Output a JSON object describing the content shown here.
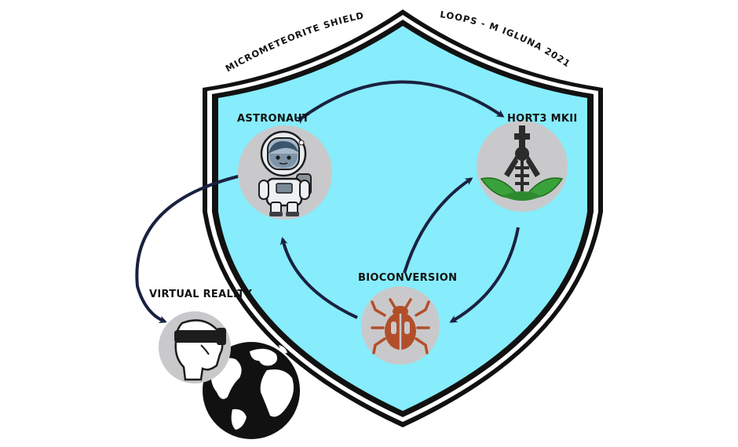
{
  "shield": {
    "left_caption": "MICROMETEORITE SHIELD",
    "right_caption": "LOOPS - M IGLUNA 2021"
  },
  "nodes": {
    "astronaut": {
      "label": "ASTRONAUT",
      "icon": "astronaut-icon"
    },
    "hort3": {
      "label": "HORT3 MKII",
      "icon": "robot-arm-plant-icon"
    },
    "bioconversion": {
      "label": "BIOCONVERSION",
      "icon": "beetle-icon"
    },
    "virtual_reality": {
      "label": "VIRTUAL REALITY",
      "icon": "vr-headset-icon"
    },
    "earth": {
      "icon": "globe-icon"
    }
  },
  "colors": {
    "shield_fill": "#87ecfb",
    "shield_outline": "#111111",
    "arrow": "#1a2140",
    "node_circle": "#c9c9cb",
    "leaf": "#3aa23a",
    "beetle": "#b24f2a"
  }
}
